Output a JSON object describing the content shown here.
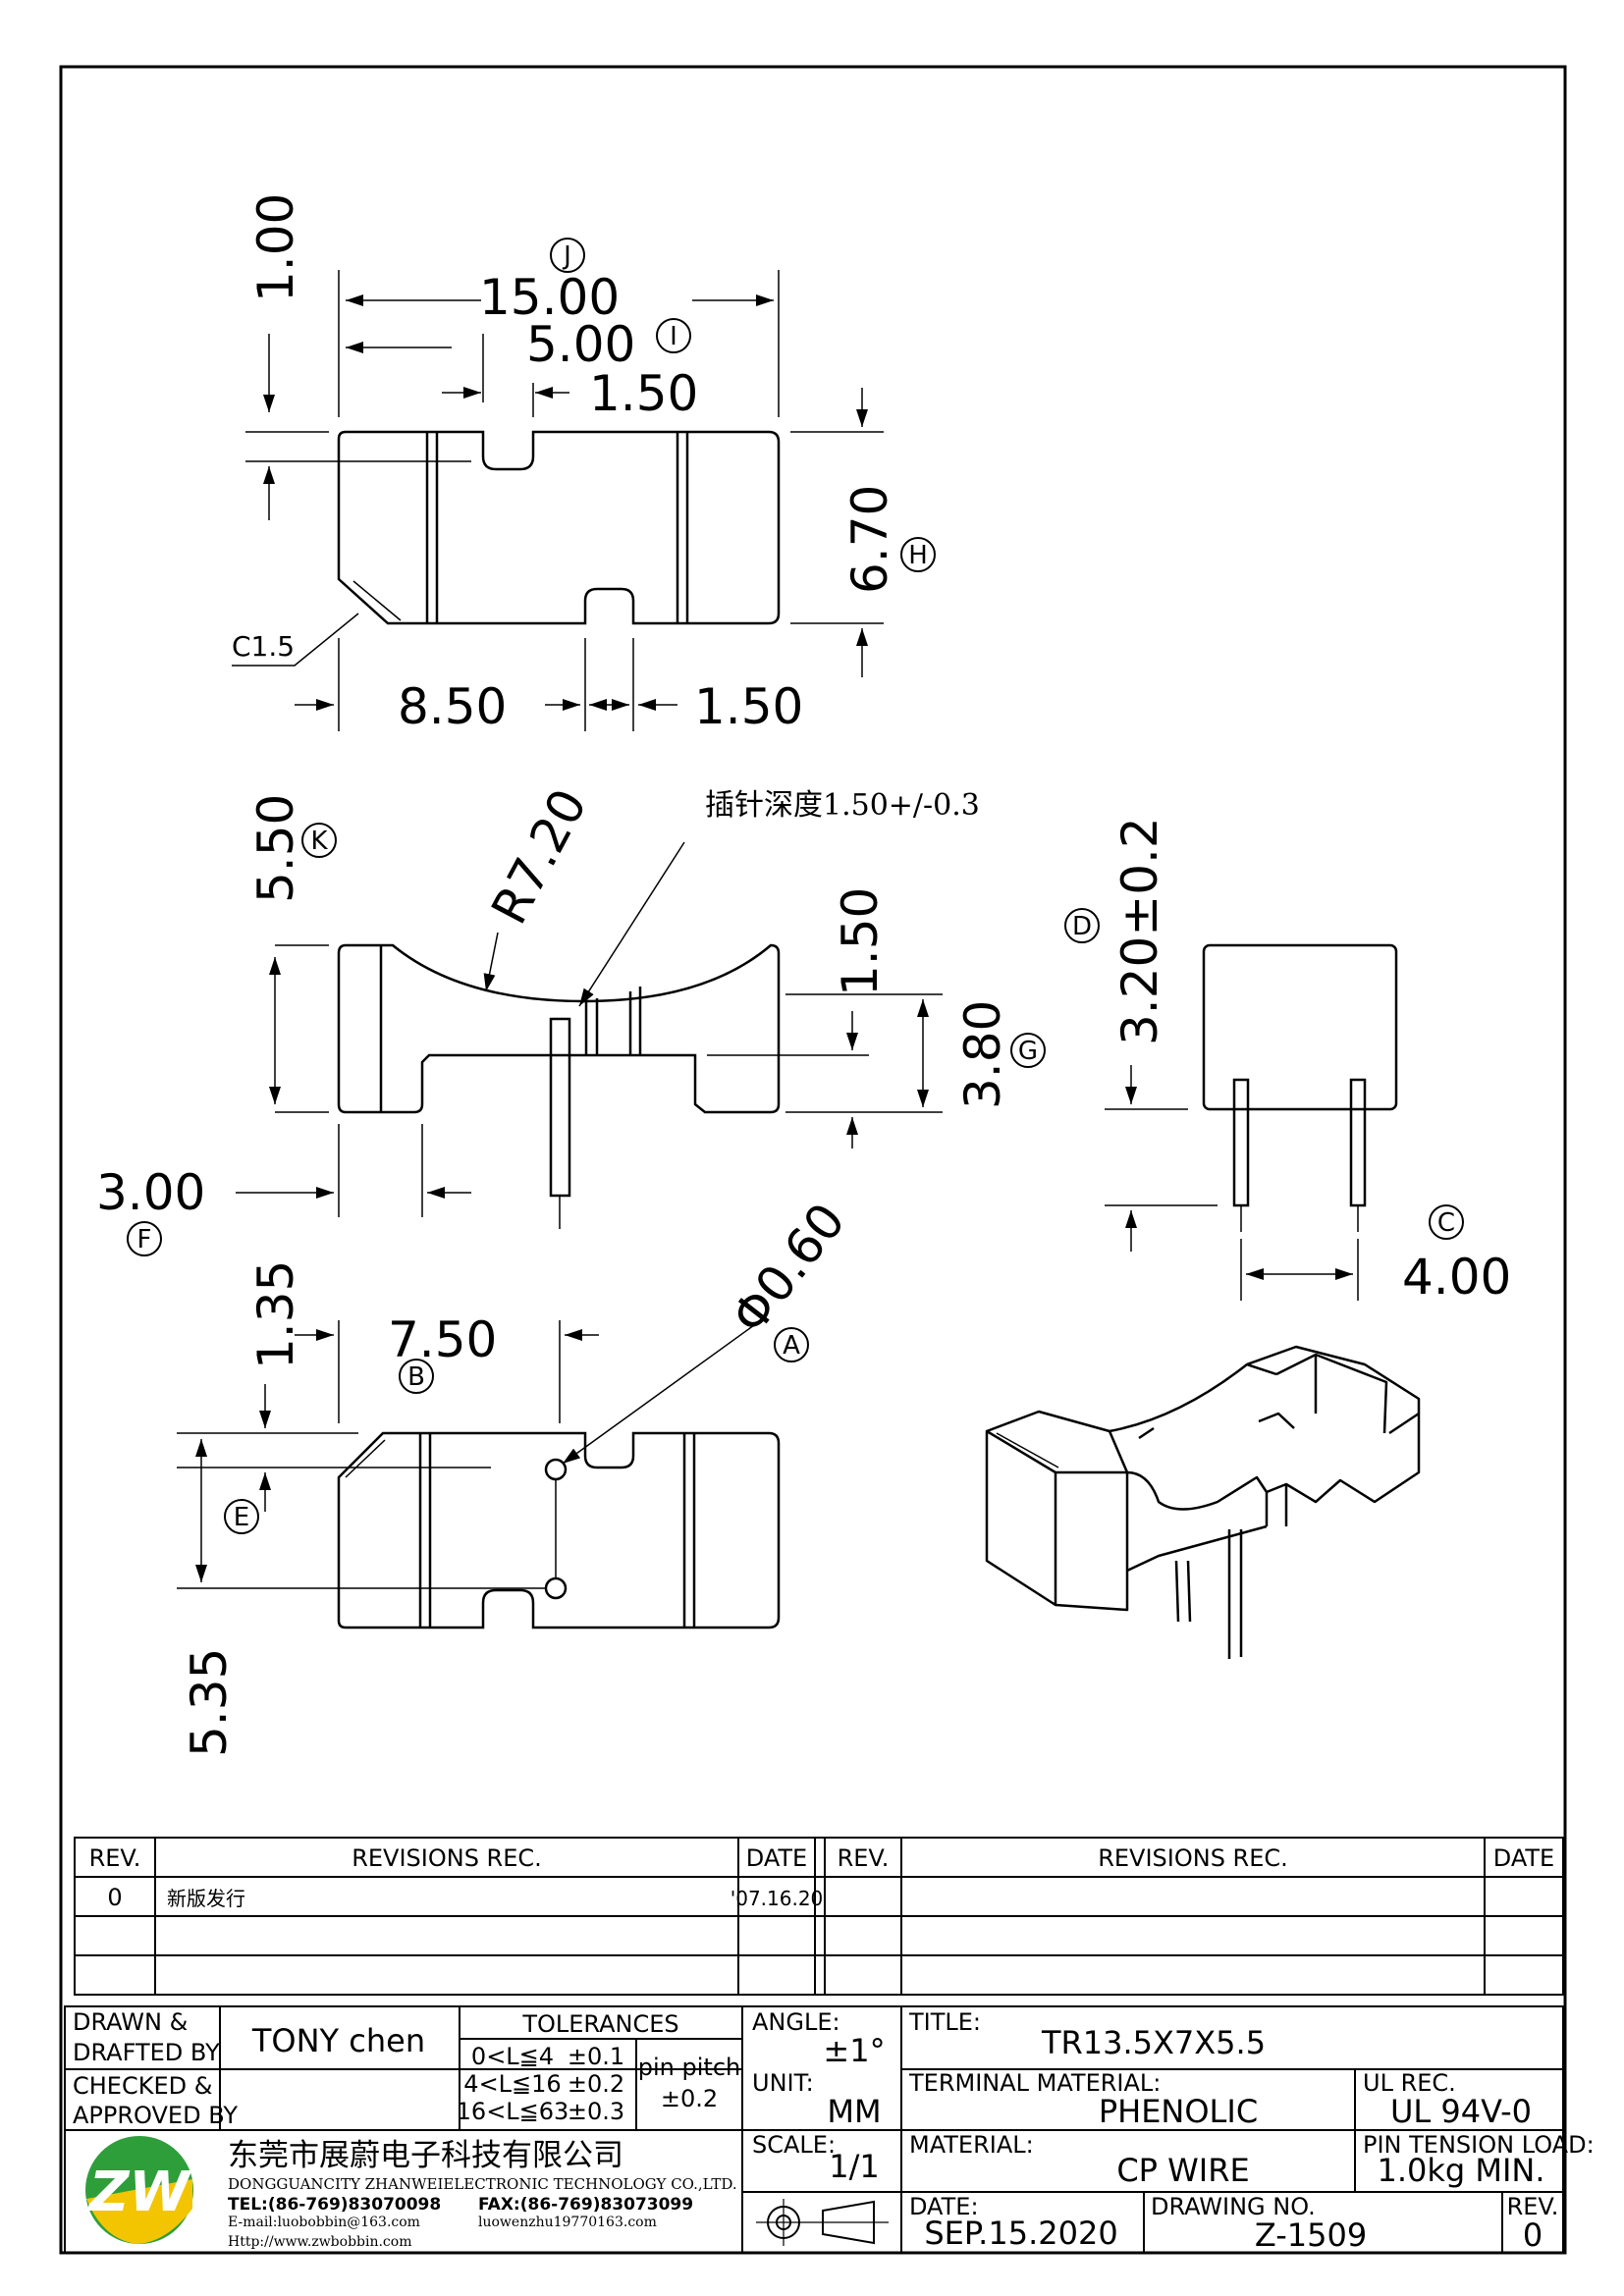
{
  "top_view": {
    "dims": {
      "d_15": "15.00",
      "d_5": "5.00",
      "d_150a": "1.50",
      "d_100": "1.00",
      "d_670": "6.70",
      "d_850": "8.50",
      "d_150b": "1.50",
      "chamfer": "C1.5"
    },
    "balloons": {
      "J": "J",
      "I": "I",
      "H": "H"
    }
  },
  "front_view": {
    "dims": {
      "d_550": "5.50",
      "radius": "R7.20",
      "d_150": "1.50",
      "d_380": "3.80",
      "d_300": "3.00"
    },
    "note": "插针深度1.50+/-0.3",
    "balloons": {
      "K": "K",
      "G": "G",
      "F": "F"
    }
  },
  "side_view": {
    "dims": {
      "d_320": "3.20±0.2",
      "d_400": "4.00"
    },
    "balloons": {
      "D": "D",
      "C": "C"
    }
  },
  "bottom_view": {
    "dims": {
      "d_135": "1.35",
      "d_750": "7.50",
      "phi": "Φ0.60",
      "d_535": "5.35"
    },
    "balloons": {
      "B": "B",
      "A": "A",
      "E": "E"
    }
  },
  "revisions": {
    "header": {
      "rev": "REV.",
      "rec": "REVISIONS   REC.",
      "date": "DATE"
    },
    "rows": [
      {
        "rev": "0",
        "rec": "新版发行",
        "date": "'07.16.20"
      }
    ]
  },
  "title_block": {
    "drawn_label_1": "DRAWN &",
    "drawn_label_2": "DRAFTED BY",
    "drawn_value": "TONY  chen",
    "checked_label_1": "CHECKED &",
    "checked_label_2": "APPROVED BY",
    "tolerances_title": "TOLERANCES",
    "tolerances": [
      {
        "range": "0<L≦4",
        "tol": "±0.1"
      },
      {
        "range": "4<L≦16",
        "tol": "±0.2"
      },
      {
        "range": "16<L≦63",
        "tol": "±0.3"
      }
    ],
    "pin_pitch_label": "pin pitch",
    "pin_pitch_tol": "±0.2",
    "angle_label": "ANGLE:",
    "angle_value": "±1°",
    "unit_label": "UNIT:",
    "unit_value": "MM",
    "scale_label": "SCALE:",
    "scale_value": "1/1",
    "title_label": "TITLE:",
    "title_value": "TR13.5X7X5.5",
    "terminal_label": "TERMINAL MATERIAL:",
    "terminal_value": "PHENOLIC",
    "ul_label": "UL REC.",
    "ul_value": "UL 94V-0",
    "material_label": "MATERIAL:",
    "material_value": "CP WIRE",
    "pin_tension_label": "PIN TENSION LOAD:",
    "pin_tension_value": "1.0kg  MIN.",
    "date_label": "DATE:",
    "date_value": "SEP.15.2020",
    "drawing_no_label": "DRAWING NO.",
    "drawing_no_value": "Z-1509",
    "rev_label": "REV.",
    "rev_value": "0",
    "company_cn": "东莞市展蔚电子科技有限公司",
    "company_en": "DONGGUANCITY ZHANWEIELECTRONIC TECHNOLOGY CO.,LTD.",
    "tel": "TEL:(86-769)83070098",
    "fax": "FAX:(86-769)83073099",
    "email": "E-mail:luobobbin@163.com",
    "email2": "luowenzhu19770163.com",
    "web": "Http://www.zwbobbin.com"
  },
  "colors": {
    "logo_green": "#2e9e3a",
    "logo_yellow": "#f2c500"
  }
}
